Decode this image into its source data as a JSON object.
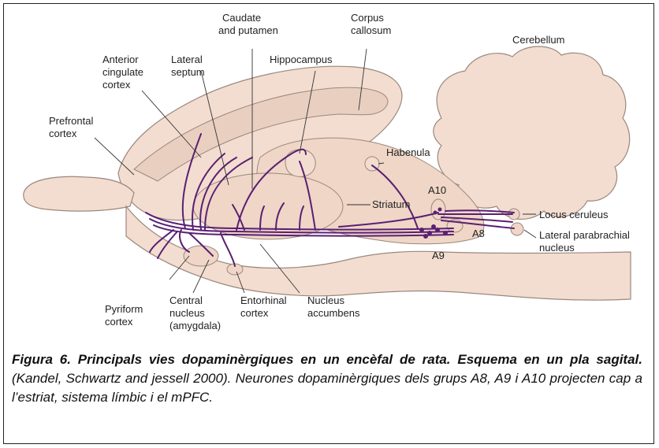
{
  "labels": {
    "caudate": [
      "Caudate",
      "and putamen"
    ],
    "corpus": [
      "Corpus",
      "callosum"
    ],
    "cerebellum": "Cerebellum",
    "anterior": [
      "Anterior",
      "cingulate",
      "cortex"
    ],
    "lateral_septum": [
      "Lateral",
      "septum"
    ],
    "hippocampus": "Hippocampus",
    "prefrontal": [
      "Prefrontal",
      "cortex"
    ],
    "habenula": "Habenula",
    "a10": "A10",
    "striatum": "Striatum",
    "locus": "Locus ceruleus",
    "a8": "A8",
    "lateral_para": [
      "Lateral parabrachial",
      "nucleus"
    ],
    "a9": "A9",
    "pyriform": [
      "Pyriform",
      "cortex"
    ],
    "central": [
      "Central",
      "nucleus",
      "(amygdala)"
    ],
    "entorhinal": [
      "Entorhinal",
      "cortex"
    ],
    "nucleus_acc": [
      "Nucleus",
      "accumbens"
    ]
  },
  "caption": {
    "title": "Figura 6. Principals vies dopaminèrgiques en un encèfal de rata. Esquema en un pla sagital.",
    "text": " (Kandel, Schwartz and jessell 2000). Neurones dopaminèrgiques dels grups A8, A9 i A10 projecten cap a l’estriat, sistema límbic i el mPFC."
  },
  "colors": {
    "tissue": "#f3ddd0",
    "tissue_dark": "#e9cfc0",
    "pathway": "#5a1f73",
    "outline": "#bca69a"
  }
}
